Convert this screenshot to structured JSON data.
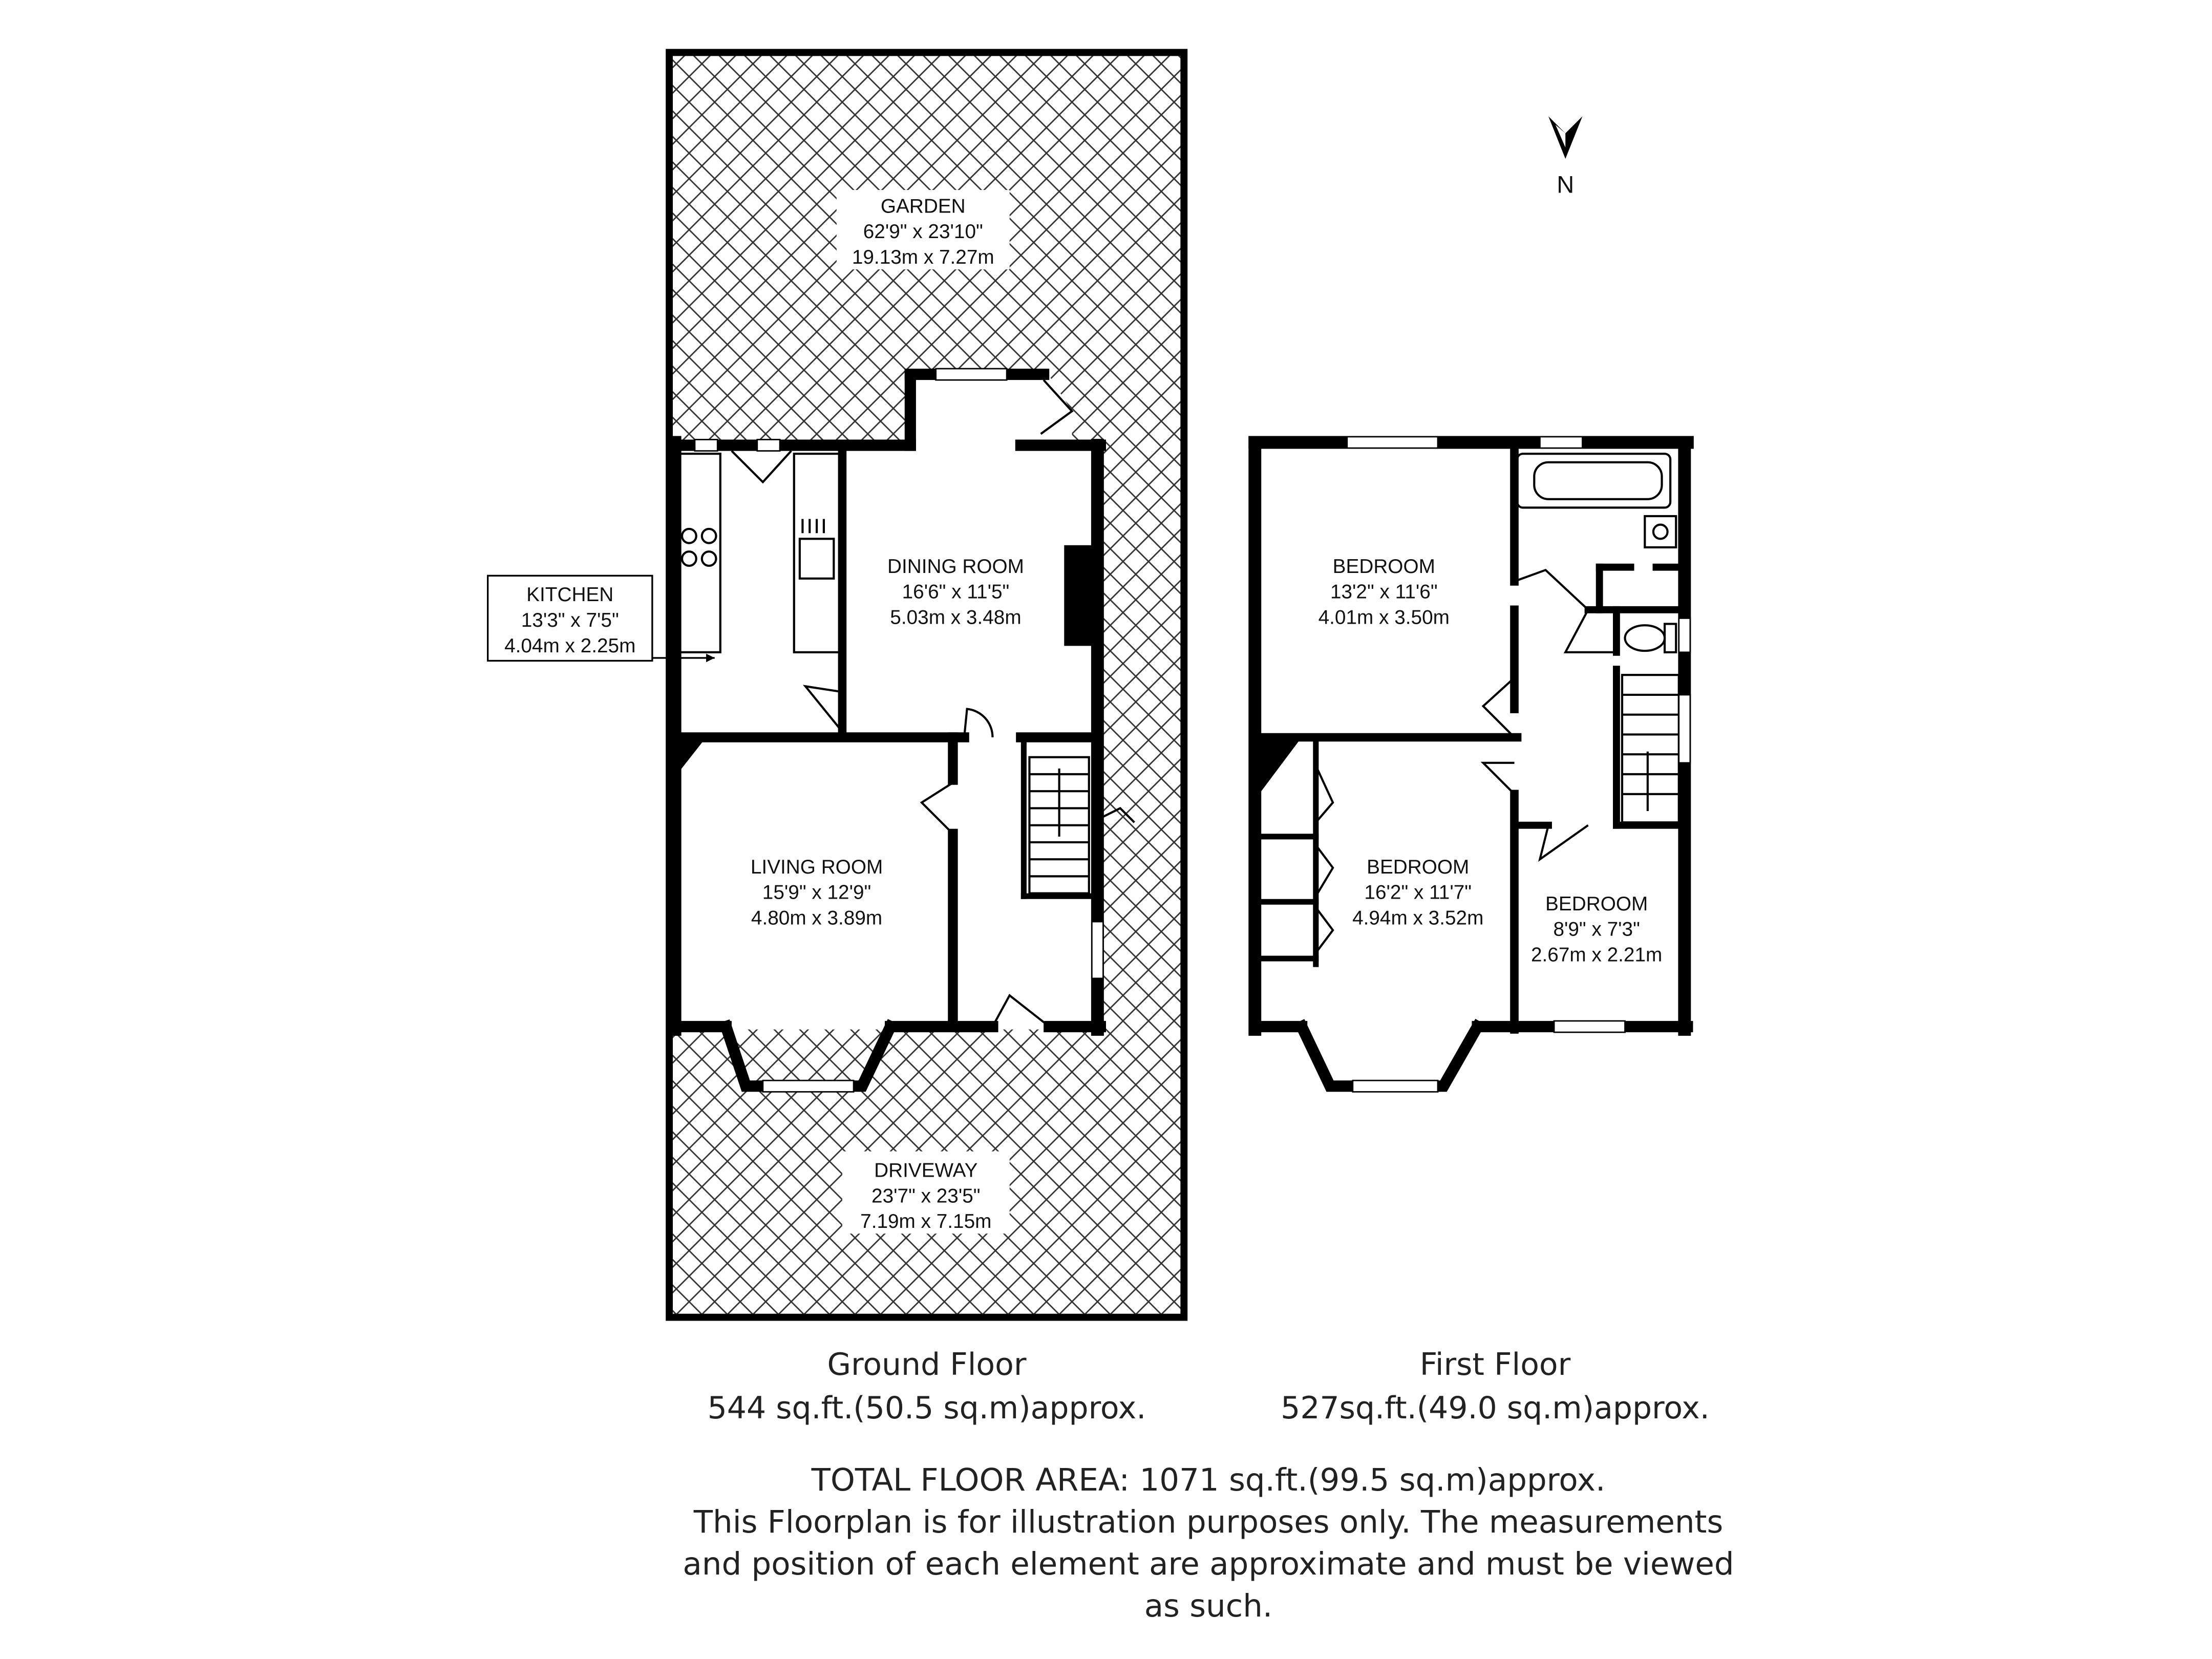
{
  "compass": {
    "label": "N",
    "icon": "north-arrow-icon"
  },
  "ground_floor": {
    "title": "Ground Floor",
    "area": "544 sq.ft.(50.5 sq.m)approx.",
    "rooms": {
      "garden": {
        "name": "GARDEN",
        "imperial": "62'9\" x 23'10\"",
        "metric": "19.13m x 7.27m"
      },
      "kitchen": {
        "name": "KITCHEN",
        "imperial": "13'3\" x 7'5\"",
        "metric": "4.04m x 2.25m"
      },
      "dining_room": {
        "name": "DINING ROOM",
        "imperial": "16'6\" x 11'5\"",
        "metric": "5.03m x 3.48m"
      },
      "living_room": {
        "name": "LIVING ROOM",
        "imperial": "15'9\" x 12'9\"",
        "metric": "4.80m x 3.89m"
      },
      "driveway": {
        "name": "DRIVEWAY",
        "imperial": "23'7\" x 23'5\"",
        "metric": "7.19m x 7.15m"
      }
    }
  },
  "first_floor": {
    "title": "First Floor",
    "area": "527sq.ft.(49.0 sq.m)approx.",
    "rooms": {
      "bedroom_1": {
        "name": "BEDROOM",
        "imperial": "13'2\" x 11'6\"",
        "metric": "4.01m x 3.50m"
      },
      "bedroom_2": {
        "name": "BEDROOM",
        "imperial": "16'2\" x 11'7\"",
        "metric": "4.94m x 3.52m"
      },
      "bedroom_3": {
        "name": "BEDROOM",
        "imperial": "8'9\" x 7'3\"",
        "metric": "2.67m x 2.21m"
      }
    }
  },
  "footer": {
    "total": "TOTAL FLOOR AREA: 1071 sq.ft.(99.5 sq.m)approx.",
    "disclaimer_1": "This Floorplan is for illustration purposes only. The measurements",
    "disclaimer_2": "and position of each element are approximate and must be viewed",
    "disclaimer_3": "as such."
  },
  "colors": {
    "wall": "#000000",
    "hatch": "#333333",
    "background": "#ffffff",
    "window": "#ffffff"
  }
}
